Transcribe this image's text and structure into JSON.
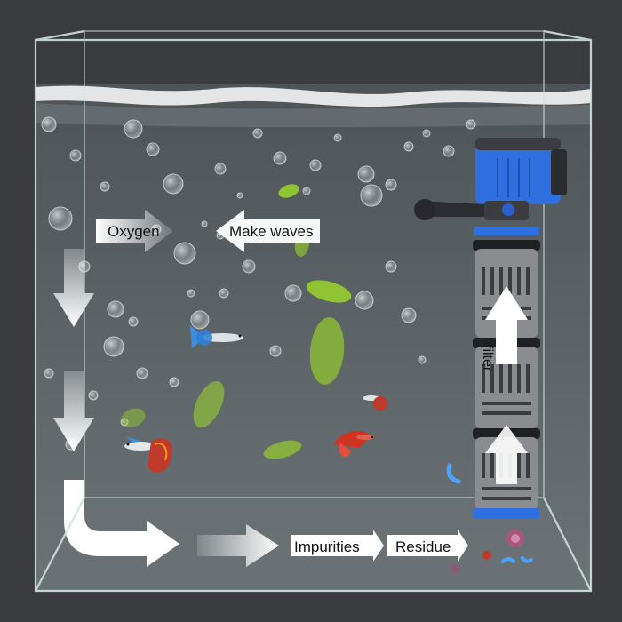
{
  "labels": {
    "oxygen": "Oxygen",
    "make_waves": "Make waves",
    "filter": "filter",
    "impurities": "Impurities",
    "residue": "Residue"
  },
  "colors": {
    "background": "#3a3b3e",
    "water": "#5f666b",
    "tank_edge": "#cfe3de",
    "pump_blue": "#2f6fe0",
    "filter_body": "#8a8c90",
    "leaf_green": "#9bd62a",
    "arrow_white": "#ffffff"
  }
}
